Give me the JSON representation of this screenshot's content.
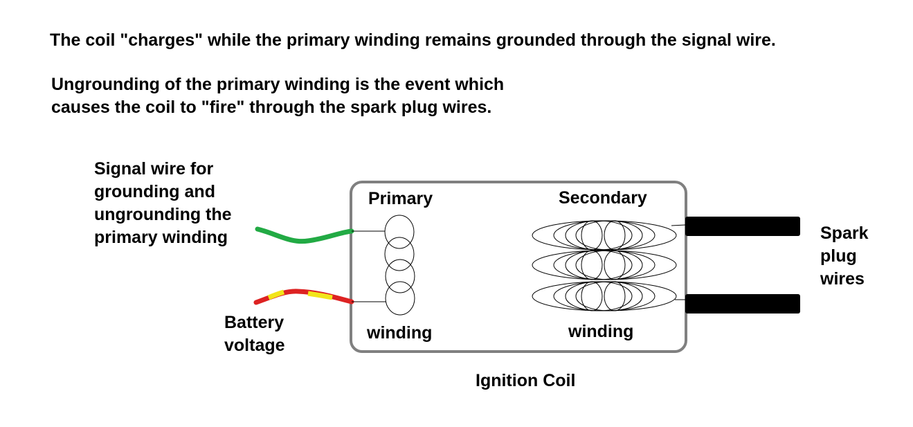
{
  "heading": {
    "line1": "The coil \"charges\" while the primary winding remains grounded through the signal wire.",
    "line2": "Ungrounding of the primary winding is the event which",
    "line3": "causes the coil to \"fire\" through the spark plug wires."
  },
  "labels": {
    "signal_wire": [
      "Signal wire for",
      "grounding and",
      "ungrounding the",
      "primary winding"
    ],
    "battery": [
      "Battery",
      "voltage"
    ],
    "primary_top": "Primary",
    "primary_bottom": "winding",
    "secondary_top": "Secondary",
    "secondary_bottom": "winding",
    "spark_plug": [
      "Spark",
      "plug",
      "wires"
    ],
    "coil_caption": "Ignition Coil"
  },
  "colors": {
    "signal_wire": "#22aa44",
    "battery_red": "#dd2222",
    "battery_yellow": "#f2e51a",
    "coil_border": "#808080",
    "spark_wire": "#000000"
  }
}
